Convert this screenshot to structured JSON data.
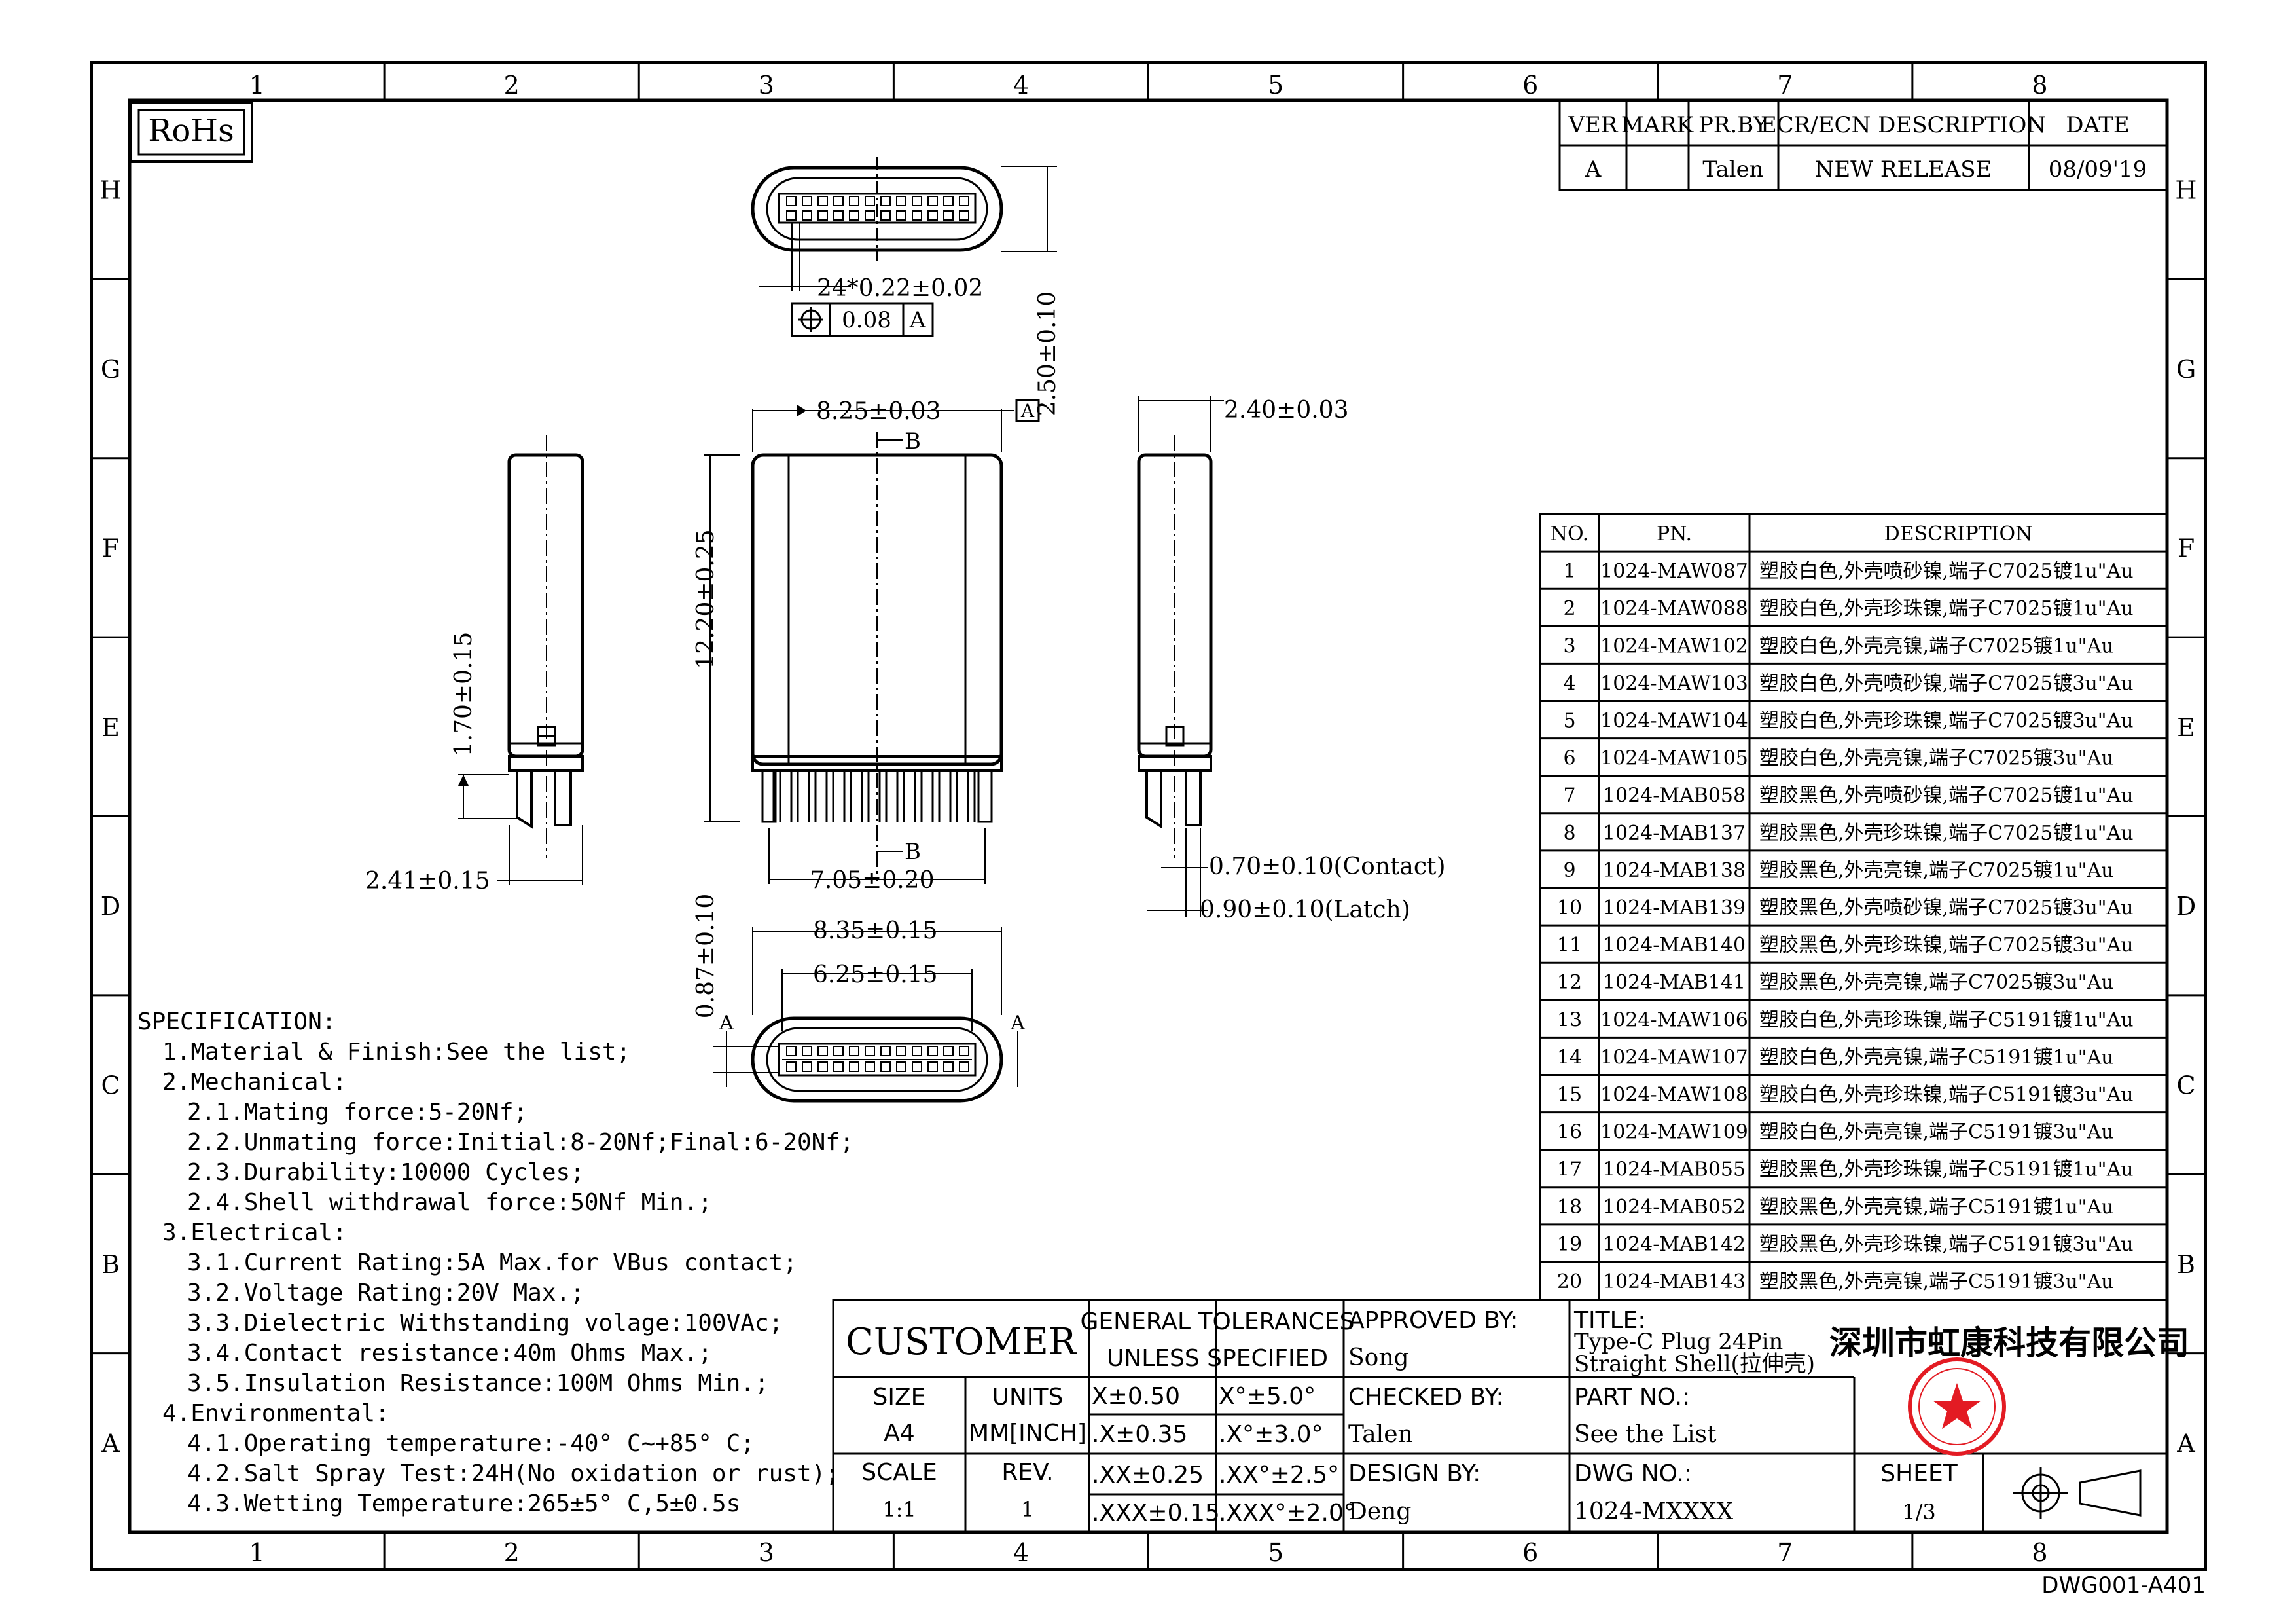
{
  "zone_columns": [
    "1",
    "2",
    "3",
    "4",
    "5",
    "6",
    "7",
    "8"
  ],
  "zone_rows": [
    "H",
    "G",
    "F",
    "E",
    "D",
    "C",
    "B",
    "A"
  ],
  "rohs": "RoHs",
  "revision": {
    "headers": [
      "VER",
      "MARK",
      "PR.BY",
      "ECR/ECN DESCRIPTION",
      "DATE"
    ],
    "rows": [
      [
        "A",
        "",
        "Talen",
        "NEW RELEASE",
        "08/09'19"
      ]
    ]
  },
  "dims": {
    "pitch": "24*0.22±0.02",
    "pos_tol": "0.08",
    "datum": "A",
    "height": "2.50±0.10",
    "width": "8.25±0.03",
    "length": "12.20±0.25",
    "thickness": "2.40±0.03",
    "side_h": "1.70±0.15",
    "side_w": "2.41±0.15",
    "pin_span": "7.05±0.20",
    "contact": "0.70±0.10(Contact)",
    "latch": "0.90±0.10(Latch)",
    "outer_w": "8.35±0.15",
    "inner_w": "6.25±0.15",
    "tongue": "0.87±0.10",
    "section_b": "B",
    "section_a": "A"
  },
  "parts": {
    "headers": [
      "NO.",
      "PN.",
      "DESCRIPTION"
    ],
    "rows": [
      [
        "1",
        "1024-MAW087",
        "塑胶白色,外壳喷砂镍,端子C7025镀1u\"Au"
      ],
      [
        "2",
        "1024-MAW088",
        "塑胶白色,外壳珍珠镍,端子C7025镀1u\"Au"
      ],
      [
        "3",
        "1024-MAW102",
        "塑胶白色,外壳亮镍,端子C7025镀1u\"Au"
      ],
      [
        "4",
        "1024-MAW103",
        "塑胶白色,外壳喷砂镍,端子C7025镀3u\"Au"
      ],
      [
        "5",
        "1024-MAW104",
        "塑胶白色,外壳珍珠镍,端子C7025镀3u\"Au"
      ],
      [
        "6",
        "1024-MAW105",
        "塑胶白色,外壳亮镍,端子C7025镀3u\"Au"
      ],
      [
        "7",
        "1024-MAB058",
        "塑胶黑色,外壳喷砂镍,端子C7025镀1u\"Au"
      ],
      [
        "8",
        "1024-MAB137",
        "塑胶黑色,外壳珍珠镍,端子C7025镀1u\"Au"
      ],
      [
        "9",
        "1024-MAB138",
        "塑胶黑色,外壳亮镍,端子C7025镀1u\"Au"
      ],
      [
        "10",
        "1024-MAB139",
        "塑胶黑色,外壳喷砂镍,端子C7025镀3u\"Au"
      ],
      [
        "11",
        "1024-MAB140",
        "塑胶黑色,外壳珍珠镍,端子C7025镀3u\"Au"
      ],
      [
        "12",
        "1024-MAB141",
        "塑胶黑色,外壳亮镍,端子C7025镀3u\"Au"
      ],
      [
        "13",
        "1024-MAW106",
        "塑胶白色,外壳珍珠镍,端子C5191镀1u\"Au"
      ],
      [
        "14",
        "1024-MAW107",
        "塑胶白色,外壳亮镍,端子C5191镀1u\"Au"
      ],
      [
        "15",
        "1024-MAW108",
        "塑胶白色,外壳珍珠镍,端子C5191镀3u\"Au"
      ],
      [
        "16",
        "1024-MAW109",
        "塑胶白色,外壳亮镍,端子C5191镀3u\"Au"
      ],
      [
        "17",
        "1024-MAB055",
        "塑胶黑色,外壳珍珠镍,端子C5191镀1u\"Au"
      ],
      [
        "18",
        "1024-MAB052",
        "塑胶黑色,外壳亮镍,端子C5191镀1u\"Au"
      ],
      [
        "19",
        "1024-MAB142",
        "塑胶黑色,外壳珍珠镍,端子C5191镀3u\"Au"
      ],
      [
        "20",
        "1024-MAB143",
        "塑胶黑色,外壳亮镍,端子C5191镀3u\"Au"
      ]
    ]
  },
  "spec": [
    "SPECIFICATION:",
    "1.Material & Finish:See the list;",
    "2.Mechanical:",
    "2.1.Mating force:5-20Nf;",
    "2.2.Unmating force:Initial:8-20Nf;Final:6-20Nf;",
    "2.3.Durability:10000 Cycles;",
    "2.4.Shell withdrawal force:50Nf Min.;",
    "3.Electrical:",
    "3.1.Current Rating:5A Max.for VBus contact;",
    "3.2.Voltage Rating:20V Max.;",
    "3.3.Dielectric Withstanding volage:100VAc;",
    "3.4.Contact resistance:40m Ohms Max.;",
    "3.5.Insulation Resistance:100M Ohms Min.;",
    "4.Environmental:",
    "4.1.Operating temperature:-40° C~+85° C;",
    "4.2.Salt Spray Test:24H(No oxidation or rust);",
    "4.3.Wetting Temperature:265±5° C,5±0.5s"
  ],
  "title_block": {
    "customer": "CUSTOMER",
    "gt_line1": "GENERAL TOLERANCES",
    "gt_line2": "UNLESS SPECIFIED",
    "size_label": "SIZE",
    "size": "A4",
    "units_label": "UNITS",
    "units": "MM[INCH]",
    "scale_label": "SCALE",
    "scale": "1:1",
    "rev_label": "REV.",
    "rev": "1",
    "tol": [
      [
        "X±0.50",
        "X°±5.0°"
      ],
      [
        ".X±0.35",
        ".X°±3.0°"
      ],
      [
        ".XX±0.25",
        ".XX°±2.5°"
      ],
      [
        ".XXX±0.15",
        ".XXX°±2.0°"
      ]
    ],
    "approved_label": "APPROVED BY:",
    "approved": "Song",
    "checked_label": "CHECKED BY:",
    "checked": "Talen",
    "design_label": "DESIGN BY:",
    "design": "Deng",
    "title_label": "TITLE:",
    "title1": "Type-C Plug 24Pin",
    "title2": "Straight Shell(拉伸壳)",
    "company": "深圳市虹康科技有限公司",
    "part_label": "PART NO.:",
    "part": "See the List",
    "dwg_label": "DWG NO.:",
    "dwg": "1024-MXXXX",
    "sheet_label": "SHEET",
    "sheet": "1/3"
  },
  "form_no": "DWG001-A401",
  "colors": {
    "stamp": "#e31b23",
    "ink": "#000000"
  }
}
